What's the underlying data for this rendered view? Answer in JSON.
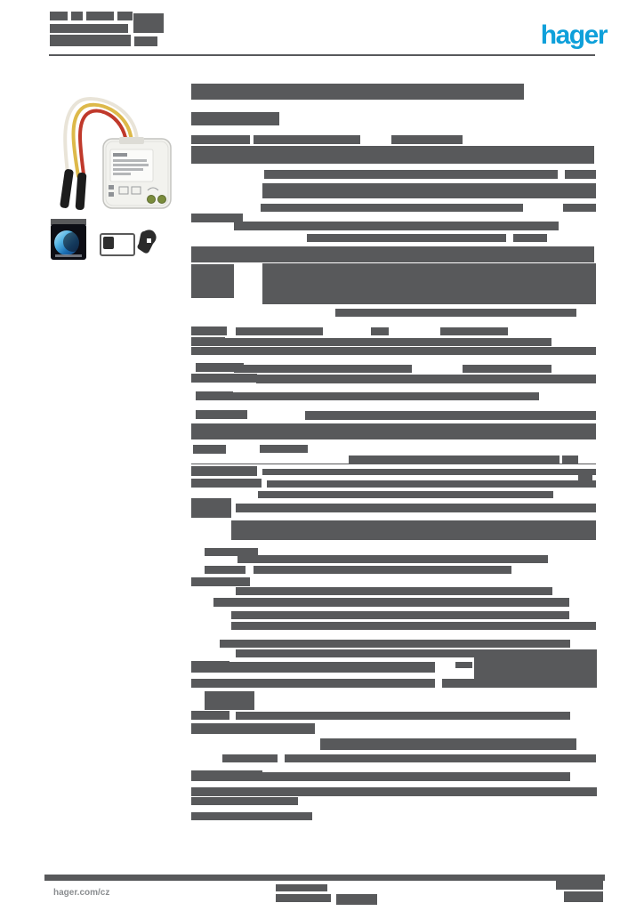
{
  "page": {
    "bar_color": "#58595b",
    "background": "#ffffff"
  },
  "header": {
    "logo_text": "hager",
    "logo_color": "#0fa0da",
    "address_bars": [
      [
        56,
        13,
        20,
        10
      ],
      [
        80,
        13,
        13,
        10
      ],
      [
        97,
        13,
        31,
        10
      ],
      [
        132,
        13,
        17,
        10
      ],
      [
        150,
        15,
        34,
        22
      ],
      [
        56,
        27,
        88,
        10
      ],
      [
        56,
        39,
        91,
        13
      ],
      [
        151,
        41,
        26,
        11
      ]
    ],
    "top_rule": [
      55,
      61,
      614,
      2
    ]
  },
  "title": {
    "title_bar": [
      215,
      94,
      374,
      18
    ],
    "subtitle_bar": [
      215,
      126,
      99,
      15
    ]
  },
  "specs": {
    "section_rule": [
      215,
      521,
      455,
      1
    ],
    "redacted_rows": [
      [
        215,
        152,
        66,
        10
      ],
      [
        285,
        152,
        120,
        10
      ],
      [
        440,
        152,
        80,
        10
      ],
      [
        215,
        164,
        453,
        20
      ],
      [
        297,
        191,
        330,
        10
      ],
      [
        635,
        191,
        35,
        10
      ],
      [
        295,
        206,
        375,
        17
      ],
      [
        293,
        229,
        295,
        9
      ],
      [
        633,
        229,
        37,
        9
      ],
      [
        215,
        240,
        58,
        10
      ],
      [
        263,
        249,
        365,
        10
      ],
      [
        345,
        263,
        224,
        9
      ],
      [
        577,
        263,
        38,
        9
      ],
      [
        215,
        277,
        453,
        18
      ],
      [
        215,
        297,
        48,
        38
      ],
      [
        295,
        296,
        375,
        46
      ],
      [
        377,
        347,
        271,
        9
      ],
      [
        215,
        367,
        40,
        10
      ],
      [
        265,
        368,
        98,
        9
      ],
      [
        417,
        368,
        20,
        9
      ],
      [
        495,
        368,
        76,
        9
      ],
      [
        215,
        379,
        38,
        10
      ],
      [
        250,
        380,
        370,
        9
      ],
      [
        215,
        390,
        455,
        9
      ],
      [
        220,
        408,
        54,
        10
      ],
      [
        263,
        410,
        200,
        9
      ],
      [
        520,
        410,
        100,
        9
      ],
      [
        215,
        420,
        74,
        10
      ],
      [
        288,
        421,
        382,
        10
      ],
      [
        220,
        440,
        42,
        10
      ],
      [
        262,
        441,
        344,
        9
      ],
      [
        220,
        461,
        58,
        10
      ],
      [
        343,
        462,
        327,
        10
      ],
      [
        215,
        476,
        455,
        18
      ],
      [
        217,
        500,
        37,
        10
      ],
      [
        292,
        500,
        54,
        9
      ],
      [
        392,
        512,
        237,
        9
      ],
      [
        632,
        512,
        18,
        9
      ],
      [
        215,
        524,
        74,
        11
      ],
      [
        295,
        527,
        375,
        7
      ],
      [
        215,
        538,
        79,
        10
      ],
      [
        300,
        540,
        370,
        8
      ],
      [
        650,
        534,
        16,
        7
      ],
      [
        290,
        552,
        332,
        8
      ],
      [
        215,
        560,
        45,
        22
      ],
      [
        265,
        566,
        405,
        10
      ],
      [
        260,
        585,
        410,
        22
      ],
      [
        230,
        616,
        60,
        9
      ],
      [
        267,
        624,
        349,
        9
      ],
      [
        230,
        636,
        46,
        9
      ],
      [
        285,
        636,
        290,
        9
      ],
      [
        215,
        649,
        66,
        10
      ],
      [
        265,
        660,
        356,
        9
      ],
      [
        240,
        672,
        400,
        10
      ],
      [
        260,
        687,
        380,
        9
      ],
      [
        260,
        699,
        410,
        9
      ],
      [
        247,
        719,
        394,
        9
      ],
      [
        265,
        730,
        406,
        9
      ],
      [
        215,
        743,
        43,
        13
      ],
      [
        257,
        744,
        232,
        12
      ],
      [
        512,
        744,
        19,
        7
      ],
      [
        533,
        739,
        138,
        26
      ],
      [
        215,
        763,
        274,
        10
      ],
      [
        497,
        763,
        174,
        10
      ],
      [
        230,
        777,
        56,
        21
      ],
      [
        215,
        799,
        43,
        10
      ],
      [
        265,
        800,
        376,
        9
      ],
      [
        215,
        813,
        139,
        12
      ],
      [
        360,
        830,
        288,
        13
      ],
      [
        250,
        848,
        62,
        9
      ],
      [
        320,
        848,
        350,
        9
      ],
      [
        215,
        866,
        80,
        12
      ],
      [
        288,
        868,
        353,
        10
      ],
      [
        215,
        885,
        456,
        10
      ],
      [
        215,
        896,
        120,
        9
      ],
      [
        215,
        913,
        136,
        9
      ]
    ]
  },
  "product": {
    "caption_bar": [
      57,
      246,
      40,
      7
    ],
    "icons": [
      "quicklink-logo",
      "flush-box-icon",
      "installation-icon"
    ],
    "wire_colors": {
      "white_wire": "#e9e4d8",
      "yellow_wire": "#ddb94a",
      "red_wire": "#c0392b"
    },
    "module_color": "#f2f2ee",
    "led_color": "#7a8c3c"
  },
  "footer": {
    "site_label": "hager.com/cz",
    "heavy_rule": [
      50,
      983,
      630,
      7
    ],
    "center_bars": [
      [
        310,
        994,
        58,
        8
      ],
      [
        310,
        1005,
        62,
        9
      ],
      [
        378,
        1005,
        46,
        12
      ]
    ],
    "right_bars": [
      [
        625,
        990,
        53,
        10
      ],
      [
        634,
        1002,
        44,
        12
      ]
    ]
  }
}
